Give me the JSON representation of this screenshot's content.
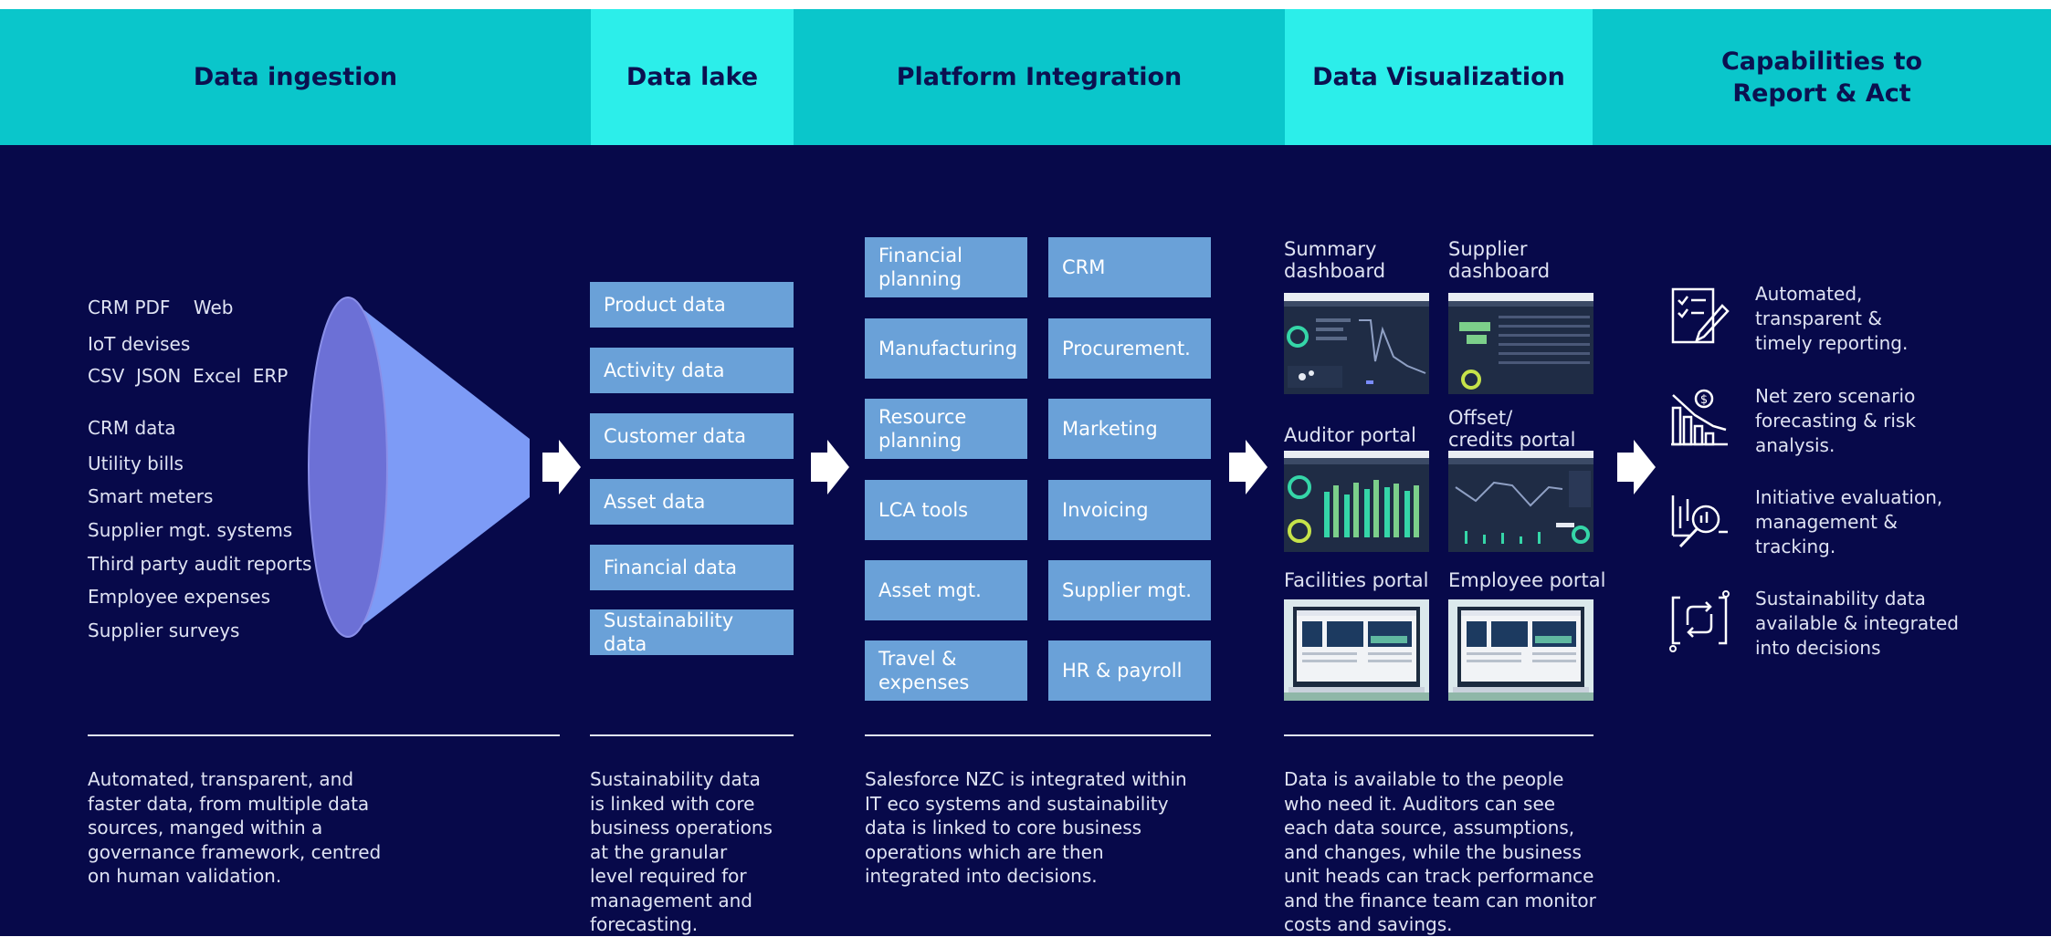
{
  "headers": {
    "ingestion": "Data ingestion",
    "lake": "Data lake",
    "integration": "Platform Integration",
    "visualization": "Data Visualization",
    "capabilities_line1": "Capabilities to",
    "capabilities_line2": "Report & Act"
  },
  "sources": {
    "row1": "CRM PDF    Web",
    "row2": "IoT devises",
    "row3": "CSV  JSON  Excel  ERP",
    "items": [
      "CRM data",
      "Utility bills",
      "Smart meters",
      "Supplier mgt. systems",
      "Third party audit reports",
      "Employee expenses",
      "Supplier surveys"
    ]
  },
  "lake_items": [
    "Product data",
    "Activity data",
    "Customer data",
    "Asset data",
    "Financial data",
    "Sustainability data"
  ],
  "integration_left": [
    "Financial\nplanning",
    "Manufacturing",
    "Resource\nplanning",
    "LCA tools",
    "Asset mgt.",
    "Travel &\nexpenses"
  ],
  "integration_right": [
    "CRM",
    "Procurement.",
    "Marketing",
    "Invoicing",
    "Supplier mgt.",
    "HR & payroll"
  ],
  "dashboards": {
    "summary": "Summary\ndashboard",
    "supplier": "Supplier\ndashboard",
    "auditor": "Auditor portal",
    "offset": "Offset/\ncredits portal",
    "facilities": "Facilities portal",
    "employee": "Employee portal"
  },
  "capabilities": [
    {
      "icon": "checklist-pen-icon",
      "text": "Automated,\ntransparent &\ntimely reporting."
    },
    {
      "icon": "declining-bar-chart-dollar-icon",
      "text": "Net zero scenario\nforecasting & risk\nanalysis."
    },
    {
      "icon": "magnifier-chart-icon",
      "text": "Initiative evaluation,\nmanagement &\ntracking."
    },
    {
      "icon": "cycle-arrows-icon",
      "text": "Sustainability data\navailable & integrated\ninto decisions"
    }
  ],
  "descriptions": {
    "ingestion": "Automated, transparent, and\nfaster data, from multiple data\nsources, manged within a\ngovernance framework, centred\non human validation.",
    "lake": "Sustainability data\nis linked with core\nbusiness operations\nat the granular\nlevel required for\nmanagement and\nforecasting.",
    "integration": "Salesforce NZC is integrated within\nIT eco systems and sustainability\ndata is linked to core business\noperations which are then\nintegrated into decisions.",
    "visualization": "Data is available to the people\nwho need it. Auditors can see\neach data source, assumptions,\nand changes, while the business\nunit heads can track performance\nand the finance team can monitor\ncosts and savings."
  },
  "colors": {
    "background": "#07094a",
    "header_dark": "#0ac6cb",
    "header_light": "#2ceeea",
    "box": "#6aa1d8",
    "funnel": "#7d9bf6",
    "funnel_mouth": "#6c70d6",
    "header_text": "#0b1150"
  }
}
